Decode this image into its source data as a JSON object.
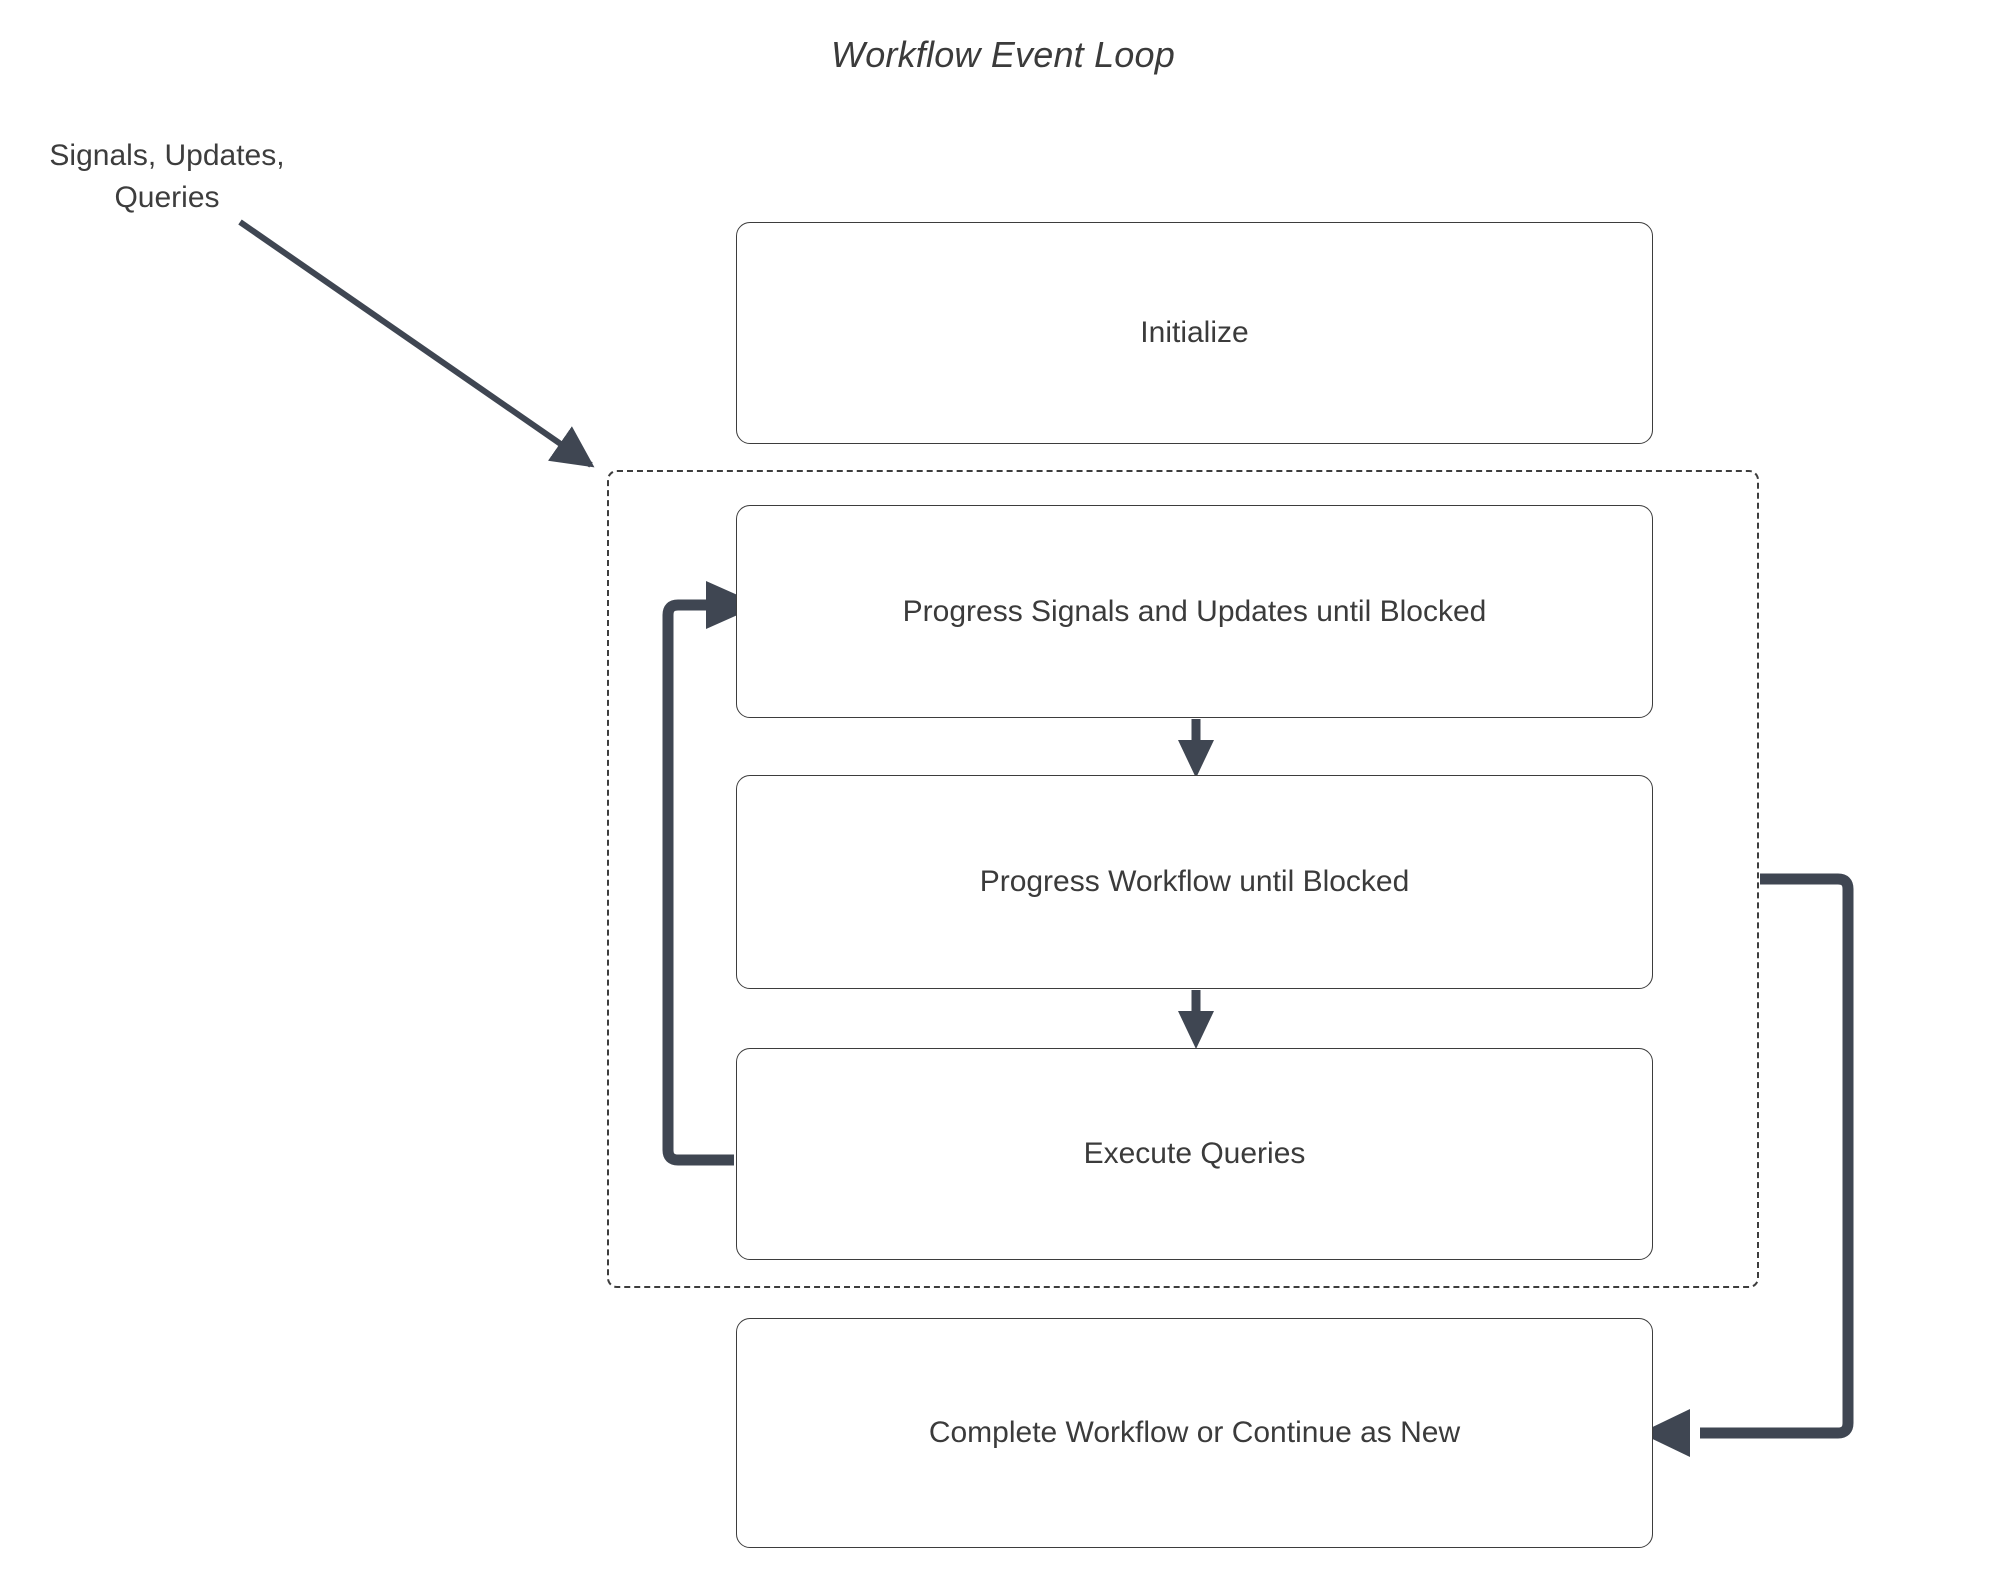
{
  "diagram": {
    "title": "Workflow Event Loop",
    "type": "flowchart",
    "external_label": "Signals, Updates,\nQueries",
    "colors": {
      "background": "#ffffff",
      "node_border": "#3d3d3d",
      "node_fill": "#ffffff",
      "text": "#3b3b3b",
      "edge": "#3f4652",
      "container_border": "#3d3d3d"
    },
    "nodes": [
      {
        "id": "initialize",
        "label": "Initialize"
      },
      {
        "id": "progress_signals_updates",
        "label": "Progress Signals and Updates until Blocked"
      },
      {
        "id": "progress_workflow",
        "label": "Progress Workflow until Blocked"
      },
      {
        "id": "execute_queries",
        "label": "Execute Queries"
      },
      {
        "id": "complete_workflow",
        "label": "Complete Workflow or Continue as New"
      }
    ],
    "container": {
      "id": "event_loop_group",
      "style": "dashed",
      "contains": [
        "progress_signals_updates",
        "progress_workflow",
        "execute_queries"
      ]
    },
    "edges": [
      {
        "from": "external_input",
        "to": "event_loop_group",
        "style": "solid-arrow"
      },
      {
        "from": "progress_signals_updates",
        "to": "progress_workflow",
        "style": "solid-arrow"
      },
      {
        "from": "progress_workflow",
        "to": "execute_queries",
        "style": "solid-arrow"
      },
      {
        "from": "execute_queries",
        "to": "progress_signals_updates",
        "style": "loop-back-arrow"
      },
      {
        "from": "event_loop_group",
        "to": "complete_workflow",
        "style": "solid-arrow"
      }
    ]
  }
}
